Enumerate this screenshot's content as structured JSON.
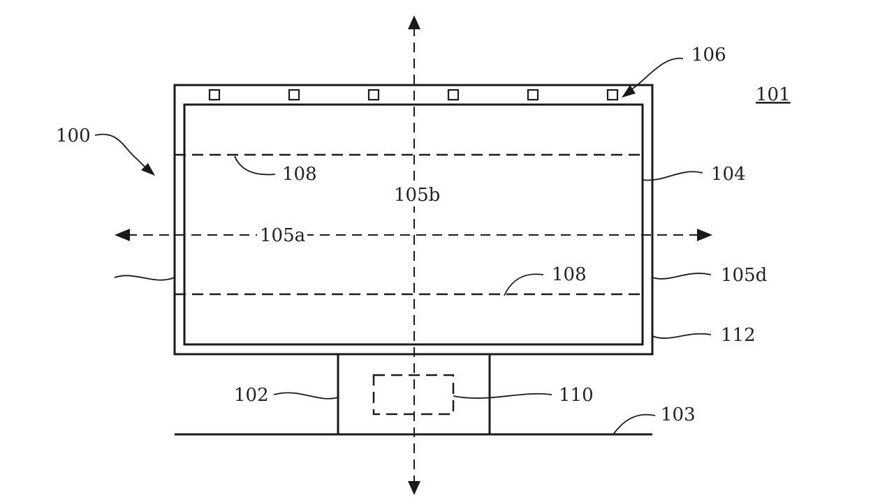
{
  "labels": {
    "device": "100",
    "figure": "101",
    "stand": "102",
    "surface": "103",
    "display": "104",
    "axis_horizontal": "105a",
    "axis_vertical": "105b",
    "edge_right": "105d",
    "leds": "106",
    "region_upper": "108",
    "region_lower": "108",
    "sensor": "110",
    "bezel": "112"
  }
}
